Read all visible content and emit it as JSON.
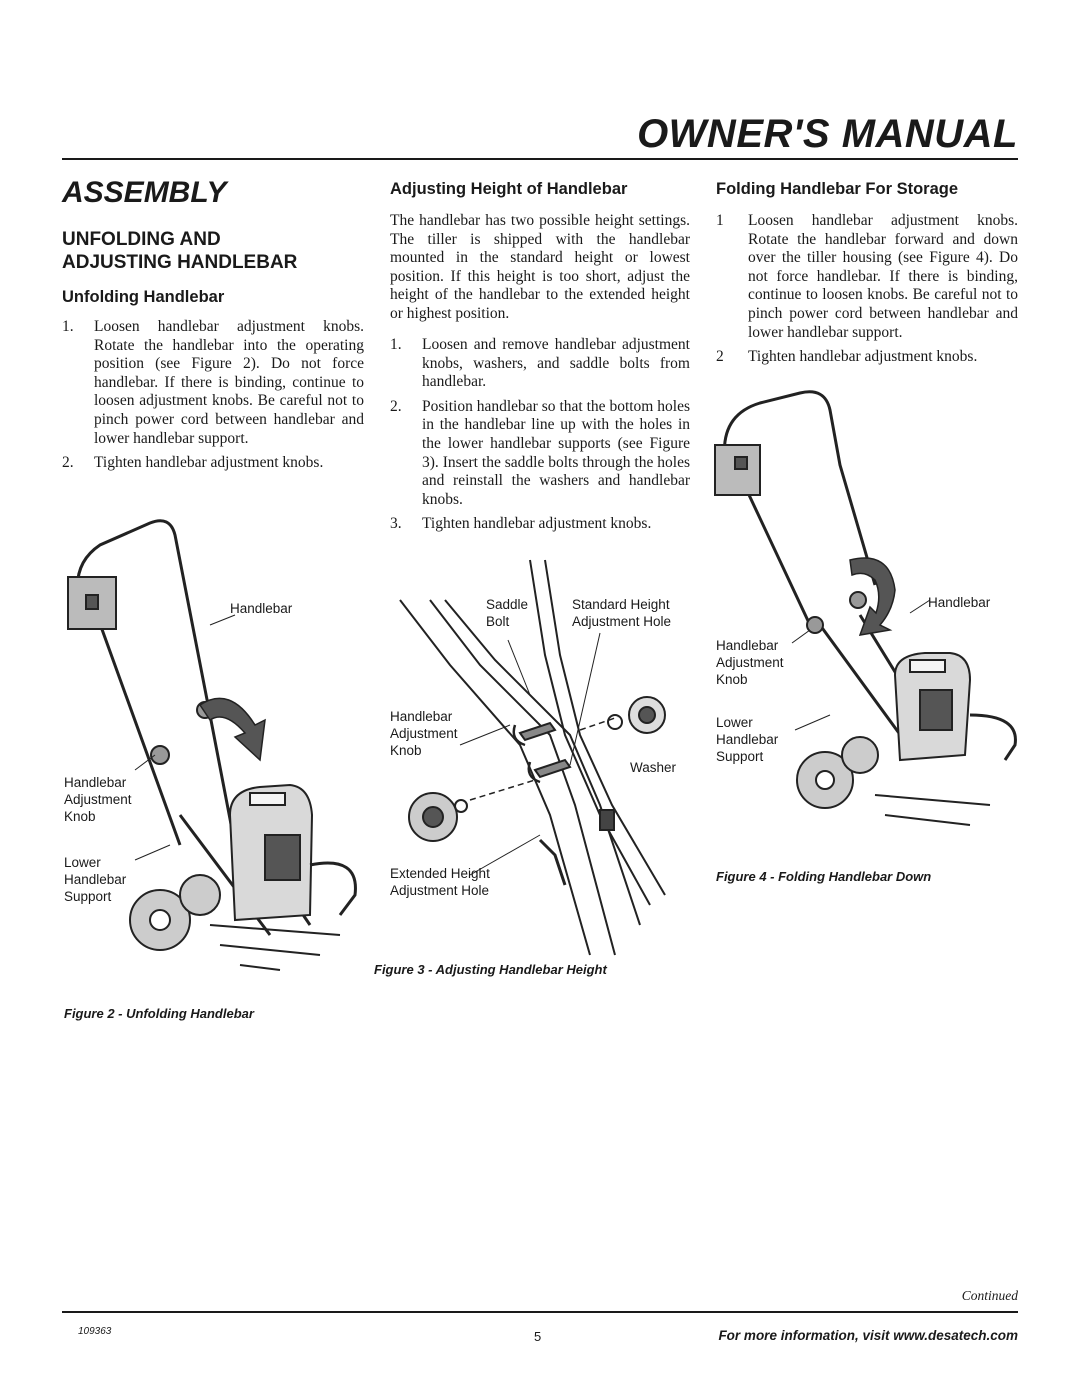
{
  "header": {
    "manual_title": "OWNER'S MANUAL"
  },
  "section_title": "ASSEMBLY",
  "col1": {
    "subsection_title": "UNFOLDING AND\nADJUSTING HANDLEBAR",
    "heading": "Unfolding Handlebar",
    "steps": [
      {
        "num": "1.",
        "text": "Loosen handlebar adjustment knobs. Rotate the handlebar into the operating position (see Figure 2). Do not force handlebar. If there is binding, continue to loosen adjustment knobs. Be careful not to pinch power cord between handlebar and lower handlebar support."
      },
      {
        "num": "2.",
        "text": "Tighten handlebar adjustment knobs."
      }
    ],
    "figure": {
      "labels": {
        "handlebar": "Handlebar",
        "knob": "Handlebar\nAdjustment\nKnob",
        "support": "Lower\nHandlebar\nSupport"
      },
      "caption": "Figure 2 - Unfolding Handlebar"
    }
  },
  "col2": {
    "heading": "Adjusting Height of Handlebar",
    "intro": "The handlebar has two possible height settings. The tiller is shipped with the handlebar mounted in the standard height or lowest position. If this height is too short, adjust the height of the handlebar to the extended height or highest position.",
    "steps": [
      {
        "num": "1.",
        "text": "Loosen and remove handlebar adjustment knobs, washers, and saddle bolts from handlebar."
      },
      {
        "num": "2.",
        "text": "Position handlebar so that the bottom holes in the handlebar line up with the holes in the lower handlebar supports (see Figure 3). Insert the saddle bolts through the holes and reinstall the washers and handlebar knobs."
      },
      {
        "num": "3.",
        "text": "Tighten handlebar adjustment knobs."
      }
    ],
    "figure": {
      "labels": {
        "saddle_bolt": "Saddle\nBolt",
        "standard_hole": "Standard Height\nAdjustment Hole",
        "knob": "Handlebar\nAdjustment\nKnob",
        "washer": "Washer",
        "extended_hole": "Extended Height\nAdjustment Hole"
      },
      "caption": "Figure 3 - Adjusting Handlebar Height"
    }
  },
  "col3": {
    "heading": "Folding Handlebar For Storage",
    "steps": [
      {
        "num": "1",
        "text": "Loosen handlebar adjustment knobs. Rotate the handlebar forward and down over the tiller housing (see Figure 4). Do not force handlebar. If there is binding, continue to loosen knobs. Be careful not to pinch power cord between handlebar and lower handlebar support."
      },
      {
        "num": "2",
        "text": "Tighten handlebar adjustment knobs."
      }
    ],
    "figure": {
      "labels": {
        "handlebar": "Handlebar",
        "knob": "Handlebar\nAdjustment\nKnob",
        "support": "Lower\nHandlebar\nSupport"
      },
      "caption": "Figure 4 - Folding Handlebar Down"
    }
  },
  "footer": {
    "continued": "Continued",
    "doc_number": "109363",
    "page_number": "5",
    "info": "For more information, visit www.desatech.com"
  }
}
